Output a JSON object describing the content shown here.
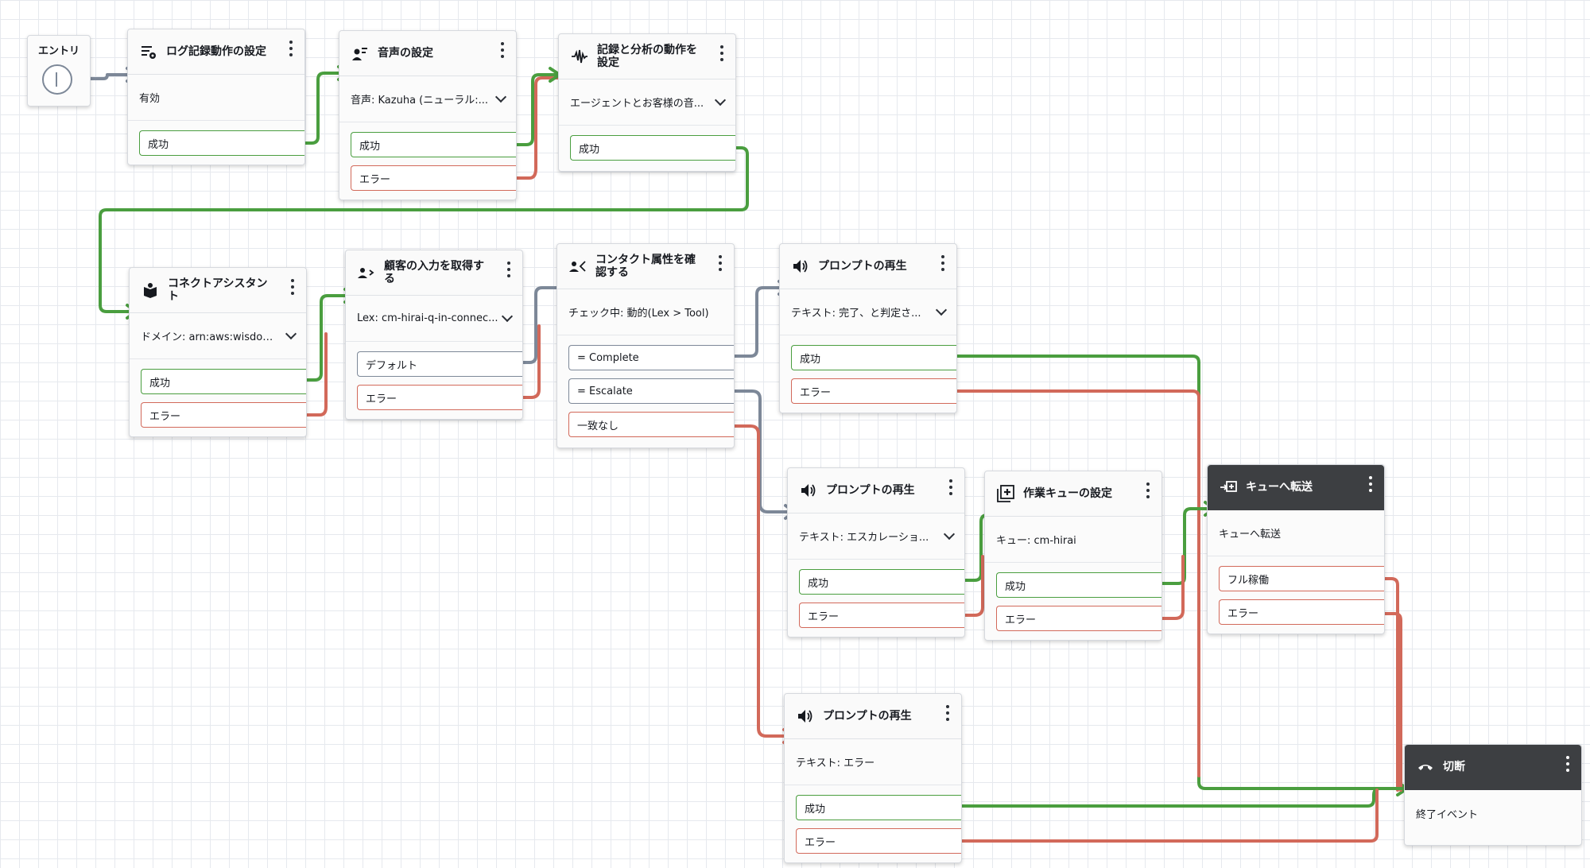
{
  "entry": {
    "label": "エントリ"
  },
  "blocks": {
    "log": {
      "title": "ログ記録動作の設定",
      "body": "有効",
      "branches": [
        "成功"
      ]
    },
    "voice": {
      "title": "音声の設定",
      "body": "音声: Kazuha (ニューラル:...",
      "branches": [
        "成功",
        "エラー"
      ]
    },
    "record": {
      "title": "記録と分析の動作を設定",
      "body": "エージェントとお客様の音...",
      "branches": [
        "成功"
      ]
    },
    "assistant": {
      "title": "コネクトアシスタント",
      "body": "ドメイン: arn:aws:wisdom...",
      "branches": [
        "成功",
        "エラー"
      ]
    },
    "input": {
      "title": "顧客の入力を取得する",
      "body": "Lex: cm-hirai-q-in-connec...",
      "branches": [
        "デフォルト",
        "エラー"
      ]
    },
    "check": {
      "title": "コンタクト属性を確認する",
      "body": "チェック中: 動的(Lex > Tool)",
      "branches": [
        "= Complete",
        "= Escalate",
        "一致なし"
      ]
    },
    "prompt1": {
      "title": "プロンプトの再生",
      "body": "テキスト: 完了、と判定さ...",
      "branches": [
        "成功",
        "エラー"
      ]
    },
    "prompt2": {
      "title": "プロンプトの再生",
      "body": "テキスト: エスカレーショ...",
      "branches": [
        "成功",
        "エラー"
      ]
    },
    "queue": {
      "title": "作業キューの設定",
      "body": "キュー: cm-hirai",
      "branches": [
        "成功",
        "エラー"
      ]
    },
    "transfer": {
      "title": "キューへ転送",
      "body": "キューへ転送",
      "branches": [
        "フル稼働",
        "エラー"
      ]
    },
    "prompt3": {
      "title": "プロンプトの再生",
      "body": "テキスト: エラー",
      "branches": [
        "成功",
        "エラー"
      ]
    },
    "disconnect": {
      "title": "切断",
      "body": "終了イベント",
      "branches": []
    }
  },
  "icons": {
    "log": "log-settings-icon",
    "voice": "voice-settings-icon",
    "record": "waveform-icon",
    "assistant": "assistant-book-icon",
    "input": "customer-input-icon",
    "check": "contact-attributes-icon",
    "prompt": "speaker-icon",
    "queue": "add-queue-icon",
    "transfer": "transfer-queue-icon",
    "disconnect": "hang-up-icon"
  },
  "colors": {
    "success": "#4a9e3f",
    "error": "#d2695a",
    "neutral": "#7d8898"
  }
}
